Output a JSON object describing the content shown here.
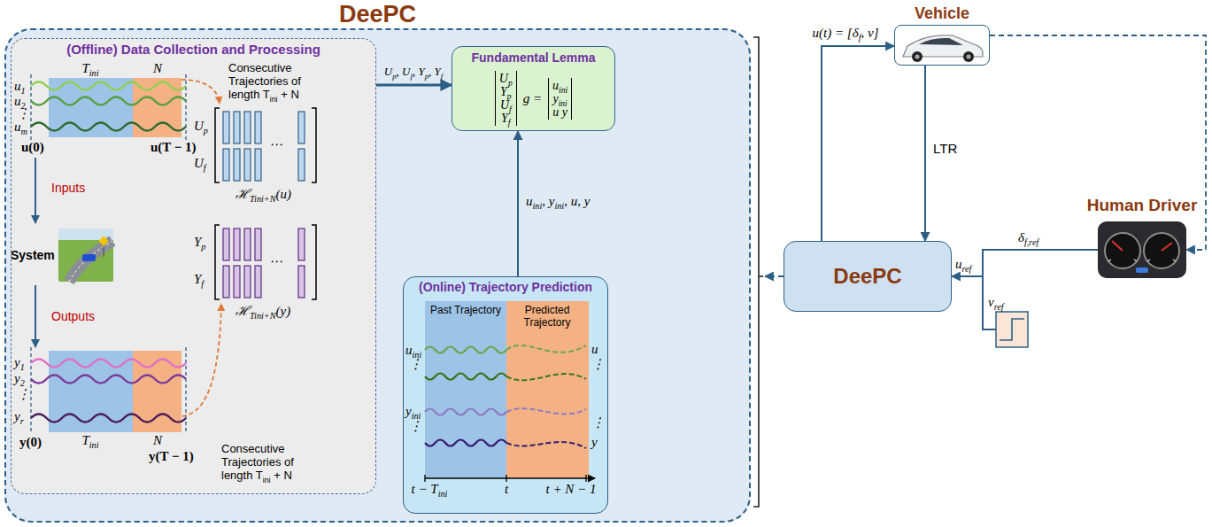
{
  "diagram": {
    "nodes": [
      {
        "text": [
          "DeePC"
        ]
      },
      {
        "text": [
          "(Offline) Data Collection and Processing"
        ],
        "in": 0
      },
      {
        "text": [
          "Fundamental Lemma",
          "Up Yp Uf Yf",
          "g =",
          "uini yini u y"
        ],
        "in": 0
      },
      {
        "text": [
          "(Online) Trajectory Prediction"
        ],
        "in": 0
      },
      {
        "text": [
          "Vehicle"
        ]
      },
      {
        "text": [
          "DeePC"
        ]
      },
      {
        "text": [
          "Human Driver"
        ]
      }
    ],
    "edges": [
      {
        "from": 1,
        "to": 2,
        "arrow": "to",
        "label": "Up, Uf, Yp, Yf"
      },
      {
        "from": 3,
        "to": 2,
        "arrow": "to",
        "label": "uini, yini, u, y"
      },
      {
        "from": 5,
        "to": 4,
        "arrow": "to",
        "label": "u(t) = [δf, v]"
      },
      {
        "from": 4,
        "to": 5,
        "arrow": "to",
        "label": "LTR"
      },
      {
        "from": 4,
        "to": 6,
        "arrow": "to"
      },
      {
        "from": 6,
        "to": 5,
        "arrow": "to",
        "label": "uref"
      },
      {
        "from": 5,
        "to": 0,
        "arrow": "to"
      }
    ],
    "labels": [
      "Tini",
      "N",
      "u1",
      "u2",
      "⋮",
      "um",
      "u(0)",
      "u(T − 1)",
      "Inputs",
      "System",
      "Outputs",
      "y1",
      "y2",
      "⋮",
      "yr",
      "y(0)",
      "Tini",
      "N",
      "y(T − 1)",
      "Consecutive Trajectories of length Tini + N",
      "Up",
      "Uf",
      "⋯",
      "ℋTini+N(u)",
      "Yp",
      "Yf",
      "⋯",
      "ℋTini+N(y)",
      "Consecutive Trajectories of length Tini + N",
      "Past Trajectory",
      "Predicted Trajectory",
      "uini",
      "⋮",
      "u",
      "⋮",
      "yini",
      "⋮",
      "y",
      "⋮",
      "t − Tini",
      "t",
      "t + N − 1",
      "δf,ref",
      "vref"
    ]
  }
}
